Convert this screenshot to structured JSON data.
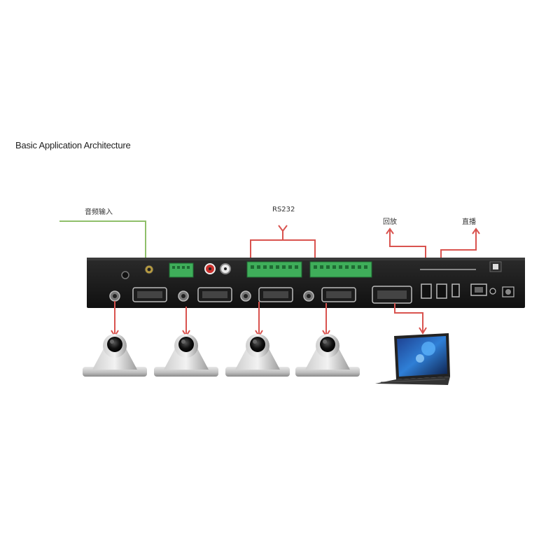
{
  "title": "Basic Application Architecture",
  "labels": {
    "audio_input": "音频输入",
    "rs232": "RS232",
    "playback": "回放",
    "live": "直播"
  },
  "colors": {
    "device_body": "#1a1a1a",
    "audio_line": "#8fbf6a",
    "control_lines": "#d9534f",
    "terminal_green": "#3fae5a"
  },
  "devices": {
    "cameras": [
      "camera-1",
      "camera-2",
      "camera-3",
      "camera-4"
    ],
    "laptop": "laptop-icon"
  }
}
